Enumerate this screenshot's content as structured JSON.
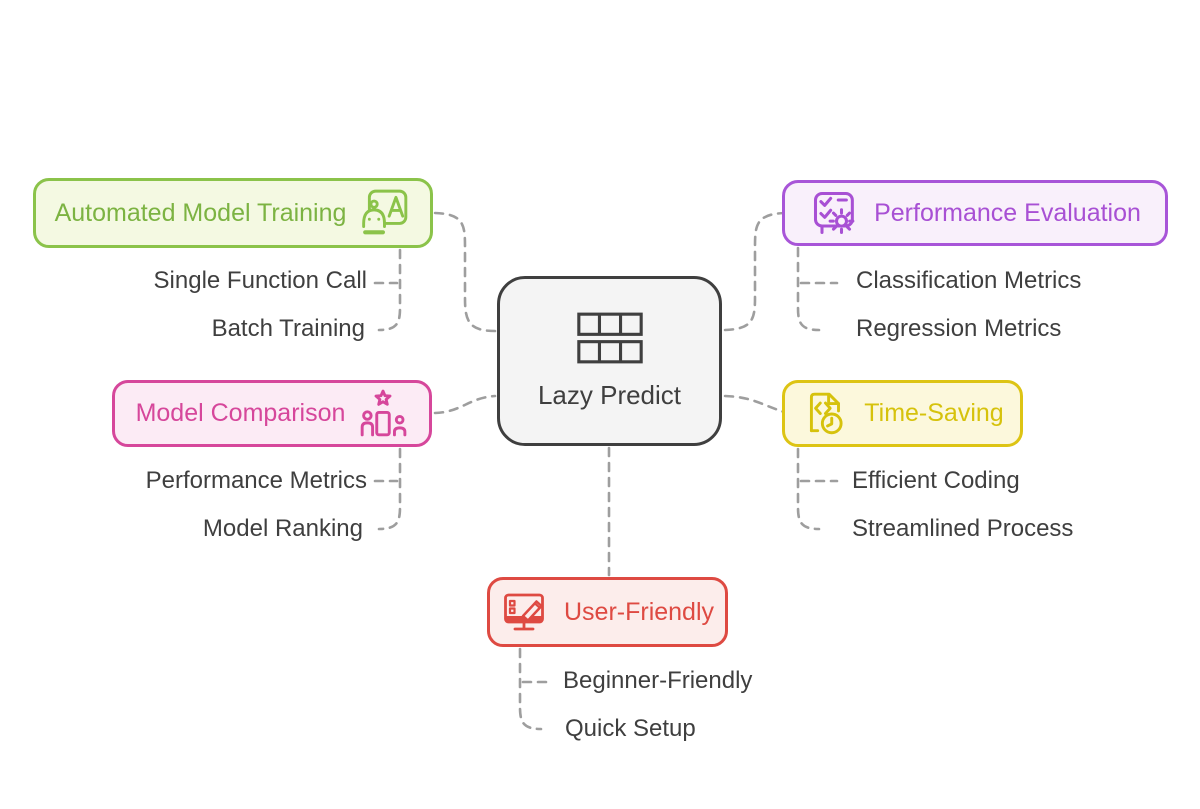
{
  "diagram": {
    "type": "mindmap",
    "background": "#ffffff",
    "connector_color": "#9e9e9e",
    "connector_style": "dashed"
  },
  "center": {
    "label": "Lazy Predict",
    "icon": "table-grid-icon",
    "border_color": "#3f3f3f",
    "background": "#f4f4f4",
    "text_color": "#3f3f3f"
  },
  "branches": [
    {
      "id": "automated-model-training",
      "label": "Automated Model Training",
      "icon": "robot-training-icon",
      "icon_side": "right",
      "border_color": "#8bc34a",
      "text_color": "#7cb342",
      "background": "#f4f9e2",
      "position": "top-left",
      "children": [
        "Single Function Call",
        "Batch Training"
      ]
    },
    {
      "id": "model-comparison",
      "label": "Model Comparison",
      "icon": "ranking-podium-icon",
      "icon_side": "right",
      "border_color": "#d6479b",
      "text_color": "#d6479b",
      "background": "#fcebf5",
      "position": "middle-left",
      "children": [
        "Performance Metrics",
        "Model Ranking"
      ]
    },
    {
      "id": "performance-evaluation",
      "label": "Performance Evaluation",
      "icon": "checklist-gear-icon",
      "icon_side": "left",
      "border_color": "#a855d8",
      "text_color": "#a850d4",
      "background": "#f9f0fb",
      "position": "top-right",
      "children": [
        "Classification Metrics",
        "Regression Metrics"
      ]
    },
    {
      "id": "time-saving",
      "label": "Time-Saving",
      "icon": "code-file-clock-icon",
      "icon_side": "left",
      "border_color": "#ddc414",
      "text_color": "#d6c20c",
      "background": "#fcf8dc",
      "position": "middle-right",
      "children": [
        "Efficient Coding",
        "Streamlined Process"
      ]
    },
    {
      "id": "user-friendly",
      "label": "User-Friendly",
      "icon": "monitor-pencil-icon",
      "icon_side": "left",
      "border_color": "#de4a42",
      "text_color": "#de4a42",
      "background": "#fcedeb",
      "position": "bottom-center",
      "children": [
        "Beginner-Friendly",
        "Quick Setup"
      ]
    }
  ]
}
